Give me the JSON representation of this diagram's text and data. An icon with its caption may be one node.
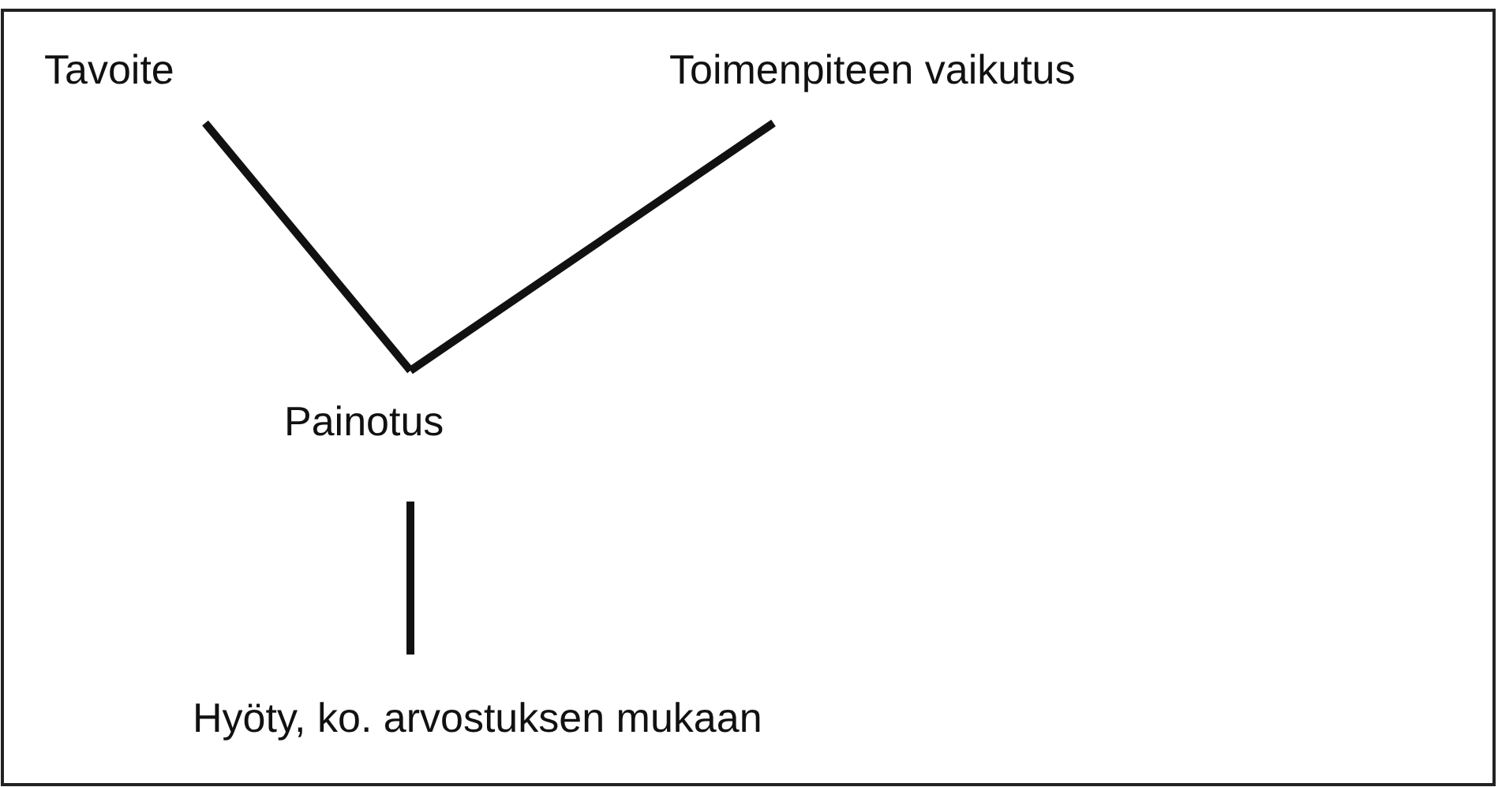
{
  "diagram": {
    "nodes": [
      {
        "text": [
          "Tavoite"
        ]
      },
      {
        "text": [
          "Toimenpiteen vaikutus"
        ]
      },
      {
        "text": [
          "Painotus"
        ]
      },
      {
        "text": [
          "Hyöty, ko. arvostuksen mukaan"
        ]
      }
    ],
    "edges": [
      {
        "from": 0,
        "to": 2,
        "arrow": "none"
      },
      {
        "from": 1,
        "to": 2,
        "arrow": "none"
      },
      {
        "from": 2,
        "to": 3,
        "arrow": "none"
      }
    ]
  }
}
